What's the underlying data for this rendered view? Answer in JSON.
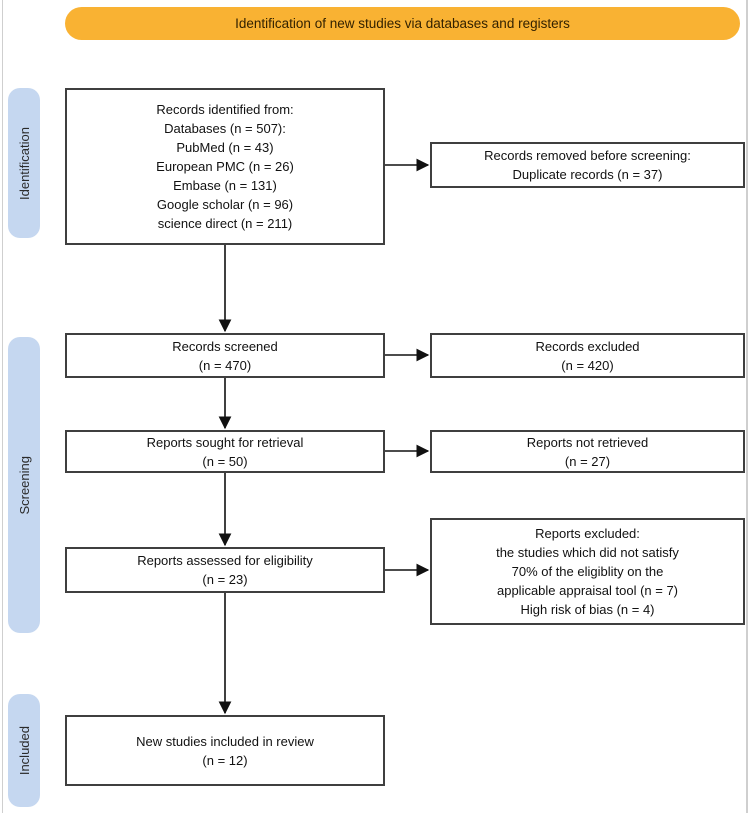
{
  "colors": {
    "banner_fill": "#F9B233",
    "tab_fill": "#C5D7F0",
    "box_border": "#3F3F3F",
    "arrow": "#111111",
    "frame_line": "#CFCFCF",
    "text": "#111111"
  },
  "banner": {
    "label": "Identification of new studies via databases and registers"
  },
  "stages": {
    "identification": "Identification",
    "screening": "Screening",
    "included": "Included"
  },
  "boxes": {
    "records_identified": {
      "lines": [
        "Records identified from:",
        "Databases (n = 507):",
        "PubMed (n = 43)",
        "European PMC (n = 26)",
        "Embase (n = 131)",
        "Google scholar (n = 96)",
        "science direct (n = 211)"
      ]
    },
    "records_removed": {
      "lines": [
        "Records removed before screening:",
        "Duplicate records (n = 37)"
      ]
    },
    "records_screened": {
      "lines": [
        "Records screened",
        "(n = 470)"
      ]
    },
    "records_excluded": {
      "lines": [
        "Records excluded",
        "(n = 420)"
      ]
    },
    "reports_sought": {
      "lines": [
        "Reports sought for retrieval",
        "(n = 50)"
      ]
    },
    "reports_not_retrieved": {
      "lines": [
        "Reports not retrieved",
        "(n = 27)"
      ]
    },
    "reports_excluded": {
      "lines": [
        "Reports excluded:",
        "the studies which did not satisfy",
        "70% of the eligiblity on the",
        "applicable appraisal tool (n = 7)",
        "High risk of bias (n = 4)"
      ]
    },
    "reports_assessed": {
      "lines": [
        "Reports assessed for eligibility",
        "(n = 23)"
      ]
    },
    "new_studies_included": {
      "lines": [
        "New studies included in review",
        "(n = 12)"
      ]
    }
  }
}
